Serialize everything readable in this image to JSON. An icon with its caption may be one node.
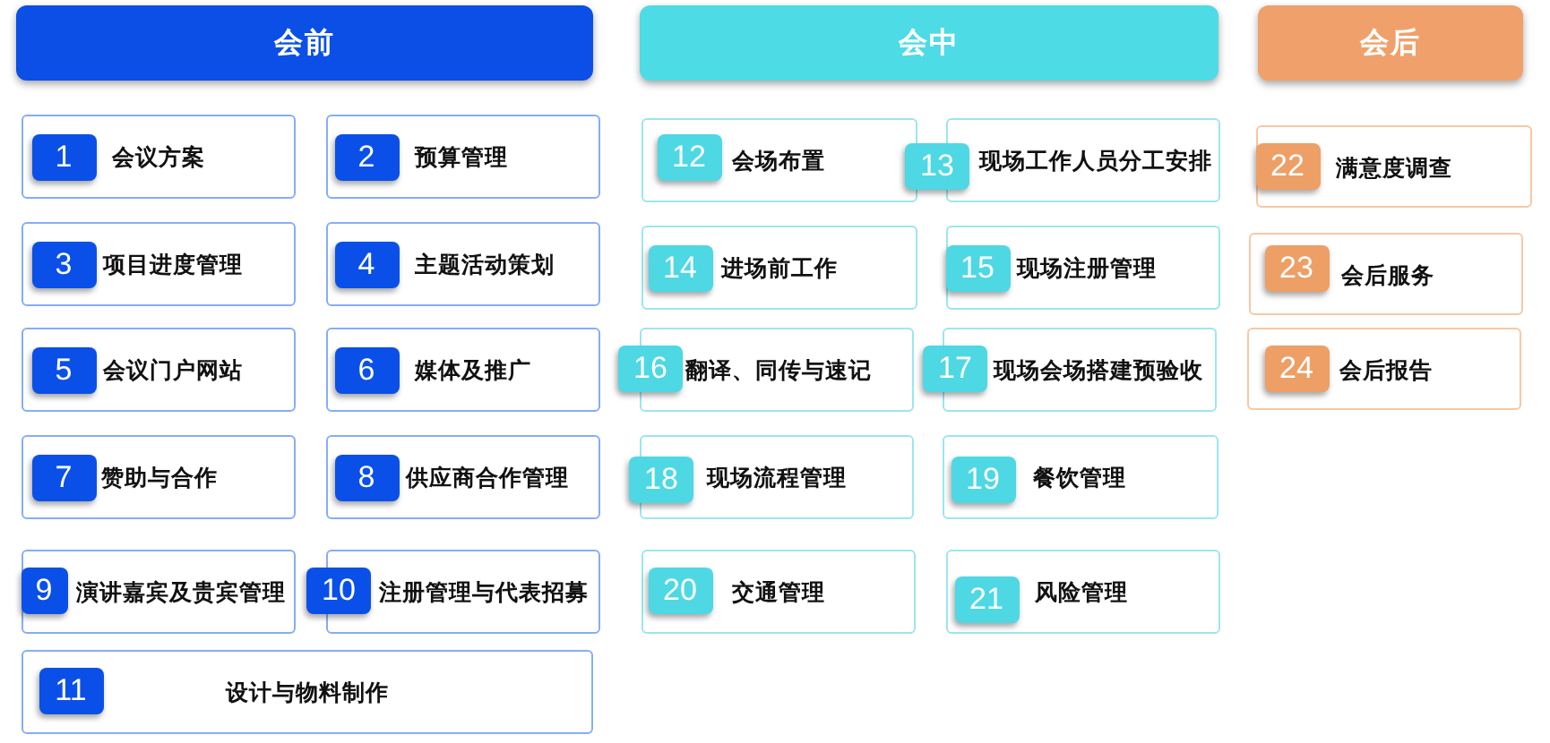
{
  "diagram": {
    "nodes": [
      {
        "text": [
          "会前"
        ]
      },
      {
        "text": [
          "会议方案"
        ]
      },
      {
        "text": [
          "1"
        ],
        "in": 1
      },
      {
        "text": [
          "预算管理"
        ]
      },
      {
        "text": [
          "2"
        ],
        "in": 3
      },
      {
        "text": [
          "项目进度管理"
        ]
      },
      {
        "text": [
          "3"
        ],
        "in": 5
      },
      {
        "text": [
          "主题活动策划"
        ]
      },
      {
        "text": [
          "4"
        ],
        "in": 7
      },
      {
        "text": [
          "会议门户网站"
        ]
      },
      {
        "text": [
          "5"
        ],
        "in": 9
      },
      {
        "text": [
          "媒体及推广"
        ]
      },
      {
        "text": [
          "6"
        ],
        "in": 11
      },
      {
        "text": [
          "赞助与合作"
        ]
      },
      {
        "text": [
          "7"
        ],
        "in": 13
      },
      {
        "text": [
          "供应商合作管理"
        ]
      },
      {
        "text": [
          "8"
        ],
        "in": 15
      },
      {
        "text": [
          "演讲嘉宾及贵宾管理"
        ]
      },
      {
        "text": [
          "9"
        ],
        "in": 17
      },
      {
        "text": [
          "注册管理与代表招募"
        ]
      },
      {
        "text": [
          "10"
        ]
      },
      {
        "text": [
          "设计与物料制作"
        ]
      },
      {
        "text": [
          "11"
        ],
        "in": 21
      },
      {
        "text": [
          "会中"
        ]
      },
      {
        "text": [
          "会场布置"
        ]
      },
      {
        "text": [
          "12"
        ],
        "in": 24
      },
      {
        "text": [
          "现场工作人员分工安排"
        ]
      },
      {
        "text": [
          "13"
        ]
      },
      {
        "text": [
          "进场前工作"
        ]
      },
      {
        "text": [
          "14"
        ],
        "in": 28
      },
      {
        "text": [
          "现场注册管理"
        ]
      },
      {
        "text": [
          "15"
        ],
        "in": 30
      },
      {
        "text": [
          "翻译、同传与速记"
        ]
      },
      {
        "text": [
          "16"
        ]
      },
      {
        "text": [
          "现场会场搭建预验收"
        ]
      },
      {
        "text": [
          "17"
        ]
      },
      {
        "text": [
          "现场流程管理"
        ]
      },
      {
        "text": [
          "18"
        ]
      },
      {
        "text": [
          "餐饮管理"
        ]
      },
      {
        "text": [
          "19"
        ],
        "in": 38
      },
      {
        "text": [
          "交通管理"
        ]
      },
      {
        "text": [
          "20"
        ],
        "in": 40
      },
      {
        "text": [
          "风险管理"
        ]
      },
      {
        "text": [
          "21"
        ],
        "in": 42
      },
      {
        "text": [
          "会后"
        ]
      },
      {
        "text": [
          "满意度调查"
        ]
      },
      {
        "text": [
          "22"
        ],
        "in": 45
      },
      {
        "text": [
          "会后服务"
        ]
      },
      {
        "text": [
          "23"
        ],
        "in": 47
      },
      {
        "text": [
          "会后报告"
        ]
      },
      {
        "text": [
          "24"
        ],
        "in": 49
      }
    ]
  }
}
